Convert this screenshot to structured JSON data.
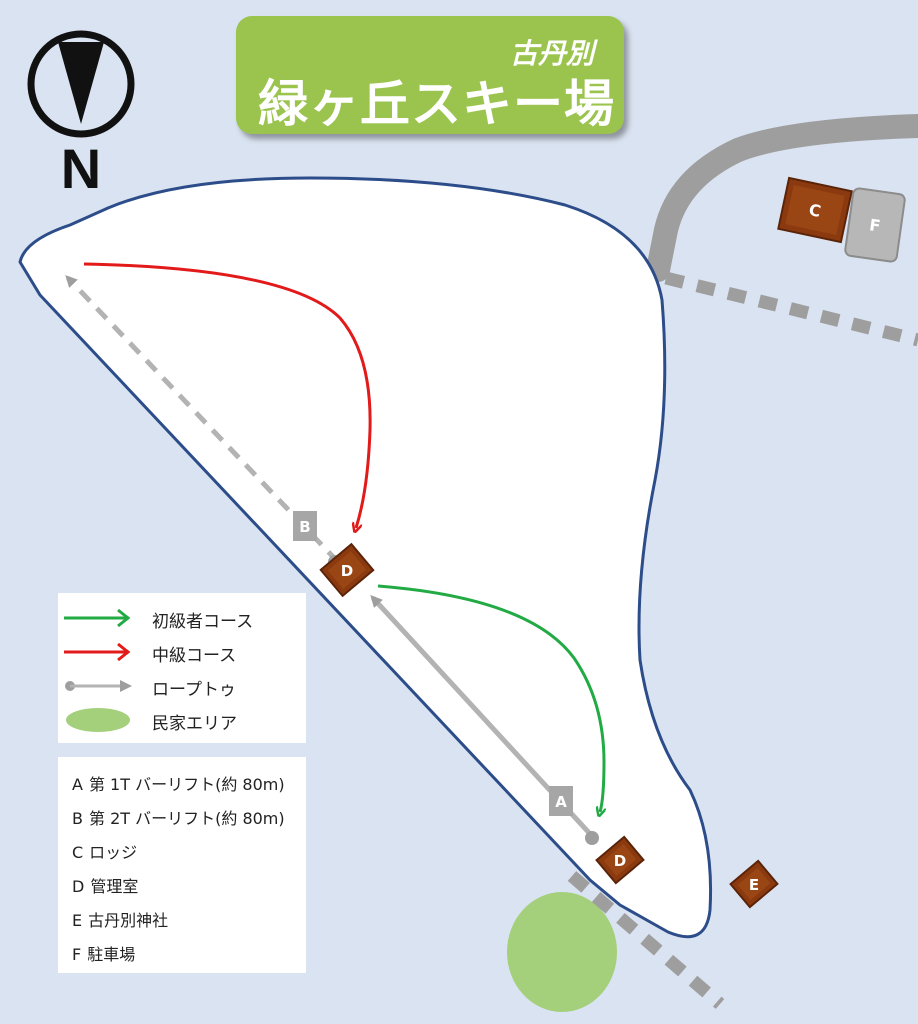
{
  "title": {
    "sub": "古丹別",
    "main": "緑ヶ丘スキー場"
  },
  "compass": {
    "label": "N"
  },
  "colors": {
    "beginner": "#22aa44",
    "intermediate": "#e21a1a",
    "rope_tow": "#9e9e9e",
    "residential": "#a4d07c",
    "building": "#8b3a10",
    "parking": "#b7b7b7",
    "slope": "#ffffff",
    "slope_border": "#2c4d8a",
    "background": "#dae3f1"
  },
  "map_labels": {
    "lift_a": "A",
    "lift_b": "B",
    "lodge": "C",
    "office_upper": "D",
    "office_lower": "D",
    "shrine": "E",
    "parking": "F"
  },
  "legend": [
    {
      "key": "beginner",
      "label": "初級者コース",
      "icon": "green-arrow-icon"
    },
    {
      "key": "intermediate",
      "label": "中級コース",
      "icon": "red-arrow-icon"
    },
    {
      "key": "rope_tow",
      "label": "ロープトゥ",
      "icon": "rope-tow-icon"
    },
    {
      "key": "residential",
      "label": "民家エリア",
      "icon": "residential-area-icon"
    }
  ],
  "facilities": [
    {
      "code": "A",
      "label": "第 1T バーリフト(約 80m)"
    },
    {
      "code": "B",
      "label": "第 2T バーリフト(約 80m)"
    },
    {
      "code": "C",
      "label": "ロッジ"
    },
    {
      "code": "D",
      "label": "管理室"
    },
    {
      "code": "E",
      "label": "古丹別神社"
    },
    {
      "code": "F",
      "label": "駐車場"
    }
  ]
}
